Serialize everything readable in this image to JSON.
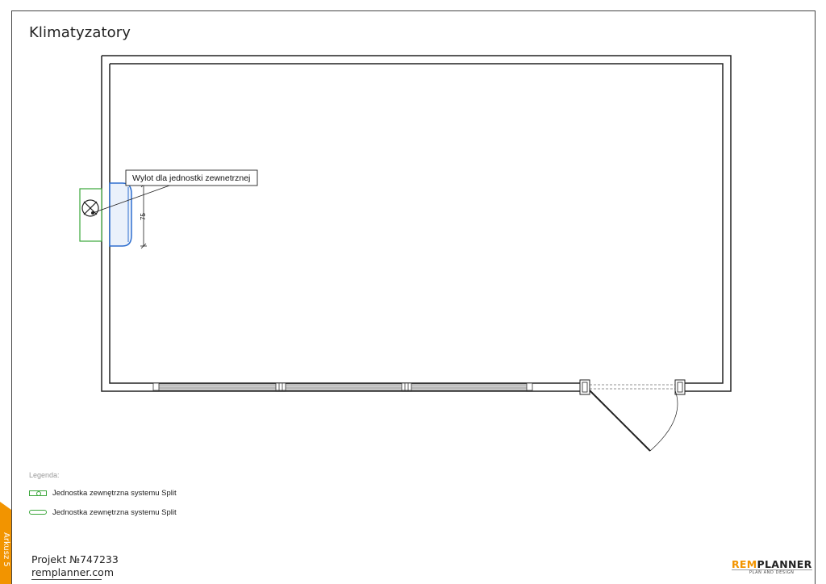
{
  "sheet": {
    "title": "Klimatyzatory",
    "side_tab": "Arkusz 5",
    "project_label": "Projekt №747233",
    "website": "remplanner.com"
  },
  "plan": {
    "callout": "Wylot dla jednostki zewnetrznej",
    "dimension": "75"
  },
  "legend": {
    "title": "Legenda:",
    "items": [
      {
        "symbol": "outdoor-unit-icon",
        "label": "Jednostka zewnętrzna systemu Split"
      },
      {
        "symbol": "indoor-unit-icon",
        "label": "Jednostka zewnętrzna systemu Split"
      }
    ]
  },
  "logo": {
    "brand_a": "REM",
    "brand_b": "PLANNER",
    "tagline": "PLAN AND DESIGN"
  },
  "colors": {
    "accent": "#f29400",
    "symbol_green": "#3aa63a",
    "unit_blue": "#2f6fcf",
    "wall": "#222222"
  }
}
